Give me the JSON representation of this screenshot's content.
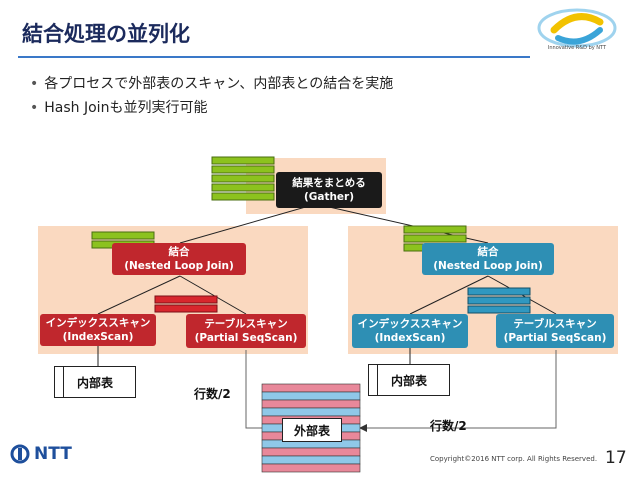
{
  "slide": {
    "title": "結合処理の並列化",
    "bullets": [
      "各プロセスで外部表のスキャン、内部表との結合を実施",
      "Hash Joinも並列実行可能"
    ],
    "page_number": "17",
    "copyright": "Copyright©2016 NTT corp. All Rights Reserved.",
    "logo_text": "Innovative R&D by NTT",
    "company": "NTT"
  },
  "diagram": {
    "gather": {
      "line1": "結果をまとめる",
      "line2": "(Gather)"
    },
    "left_join": {
      "line1": "結合",
      "line2": "(Nested Loop Join)"
    },
    "right_join": {
      "line1": "結合",
      "line2": "(Nested Loop Join)"
    },
    "left_index": {
      "line1": "インデックススキャン",
      "line2": "(IndexScan)"
    },
    "left_seq": {
      "line1": "テーブルスキャン",
      "line2": "(Partial SeqScan)"
    },
    "right_index": {
      "line1": "インデックススキャン",
      "line2": "(IndexScan)"
    },
    "right_seq": {
      "line1": "テーブルスキャン",
      "line2": "(Partial SeqScan)"
    },
    "inner_left": "内部表",
    "inner_right": "内部表",
    "outer": "外部表",
    "rows_left": "行数/2",
    "rows_right": "行数/2",
    "colors": {
      "red": "#c0272d",
      "teal": "#2e8fb4",
      "green": "#8cc21e",
      "panel": "#fad9c0"
    }
  }
}
